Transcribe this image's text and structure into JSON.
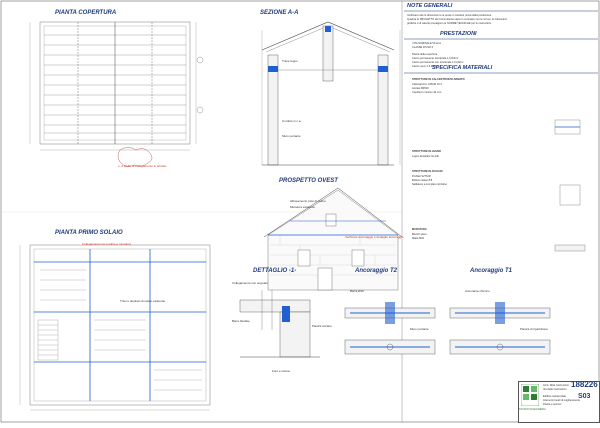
{
  "titles": {
    "pianta_copertura": "PIANTA COPERTURA",
    "sezione": "SEZIONE A-A",
    "prospetto": "PROSPETTO OVEST",
    "pianta_solaio": "PIANTA PRIMO SOLAIO",
    "dettaglio": "DETTAGLIO -1-",
    "ancoraggio_t2": "Ancoraggio T2",
    "ancoraggio_t1": "Ancoraggio T1"
  },
  "notes": {
    "note_generali": "NOTE GENERALI",
    "prestazioni": "PRESTAZIONI",
    "specifica": "SPECIFICA MATERIALI",
    "lines_generali": [
      "Verificare tutte le dimensioni e le quote in cantiere prima della produzione.",
      "Qualora le PROGETTO del Committente siano in contrasto con le norme, le indicazioni",
      "grafiche e di calcolo prevalgono le NORME TECNICHE per le costruzioni."
    ],
    "lines_prestazioni": [
      "VITA NOMINALE                50 anni",
      "CLASSE D'USO                 II",
      "Pianta della copertura",
      "Carico permanente strutturale     1,5 kN/m²",
      "Carico permanente non strutturale 1,0 kN/m²",
      "Carico neve                       1,5 kN/m²"
    ],
    "lines_specifica": [
      "STRUTTURE IN CALCESTRUZZO ARMATO",
      "Calcestruzzo        C25/30 XC1",
      "Acciaio             B450C",
      "Copriferro minimo   30 mm",
      "STRUTTURE IN LEGNO",
      "Legno lamellare     GL24h",
      "STRUTTURE IN ACCIAIO",
      "Profilati           S275JR",
      "Bulloni             classe 8.8",
      "Saldature           a completo ripristino",
      "MURATURA",
      "Blocchi             pieni",
      "Malta               M10"
    ]
  },
  "annotations": {
    "red_note_1": "n. 2 staffe di collegamento in acciaio",
    "red_note_2": "Verificare ancoraggio e dettaglio ancoraggio",
    "red_note_3": "Collegamento tra cordolo e muratura",
    "sez_note_1": "Trave legno",
    "sez_note_2": "Cordolo in c.a.",
    "sez_note_3": "Muro portante",
    "prosp_note_1": "Allineamento travi di colmo",
    "prosp_note_2": "Muratura esistente",
    "det_note_1": "Collegamento con angolari",
    "det_note_2": "Barre filettate",
    "det_note_3": "Piastra acciaio",
    "det_note_4": "Foro e resina",
    "anc_note_1": "Barra Ø16",
    "anc_note_2": "Muro portante",
    "anc_note_3": "Ancorante chimico",
    "anc_note_4": "Piastra di ripartizione",
    "solaio_note": "Travi e tavolato di solaio esistente"
  },
  "cartouche": {
    "company_line_1": "Arch. Ditta Costruzioni",
    "company_line_2": "Via delle Costruzioni",
    "project_line_1": "Edificio residenziale",
    "project_line_2": "Interventi locali di miglioramento",
    "project_line_3": "Pianta e sezioni",
    "code": "188226",
    "sheet": "S03",
    "logo_caption": "STUDIO INGEGNERIA"
  },
  "colors": {
    "line": "#333333",
    "blue_accent": "#1f5fcf",
    "red_accent": "#c0392b",
    "title": "#1f3d7a"
  }
}
